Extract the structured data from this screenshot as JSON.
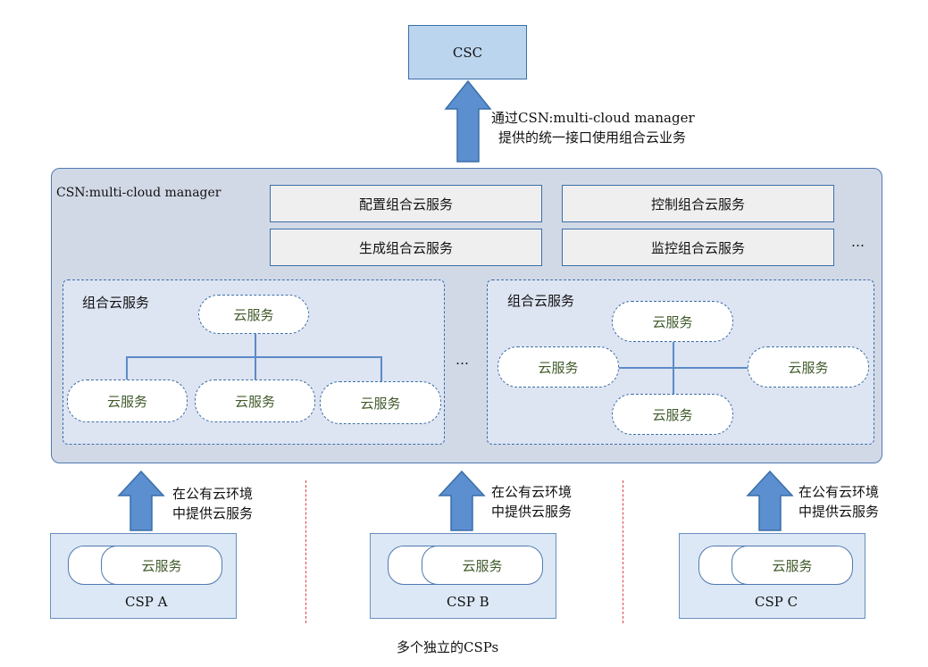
{
  "top": {
    "csc_label": "CSC",
    "arrow_text_line1": "通过CSN:multi-cloud manager",
    "arrow_text_line2": "提供的统一接口使用组合云业务"
  },
  "manager": {
    "label": "CSN:multi-cloud manager",
    "functions": [
      "配置组合云服务",
      "控制组合云服务",
      "生成组合云服务",
      "监控组合云服务"
    ],
    "functions_ellipsis": "…",
    "groups_ellipsis": "…",
    "groups": [
      {
        "label": "组合云服务",
        "services": [
          "云服务",
          "云服务",
          "云服务",
          "云服务"
        ]
      },
      {
        "label": "组合云服务",
        "services": [
          "云服务",
          "云服务",
          "云服务",
          "云服务"
        ]
      }
    ]
  },
  "bottom": {
    "providers": [
      {
        "label": "CSP A",
        "service": "云服务",
        "arrow_line1": "在公有云环境",
        "arrow_line2": "中提供云服务"
      },
      {
        "label": "CSP B",
        "service": "云服务",
        "arrow_line1": "在公有云环境",
        "arrow_line2": "中提供云服务"
      },
      {
        "label": "CSP C",
        "service": "云服务",
        "arrow_line1": "在公有云环境",
        "arrow_line2": "中提供云服务"
      }
    ],
    "caption": "多个独立的CSPs"
  },
  "colors": {
    "arrow_fill": "#5b8fd0",
    "arrow_stroke": "#3a6fa8",
    "csc_fill": "#bcd5ee",
    "manager_fill": "#d2d9e6",
    "group_fill": "#dde4f2",
    "separator": "#e04040"
  }
}
